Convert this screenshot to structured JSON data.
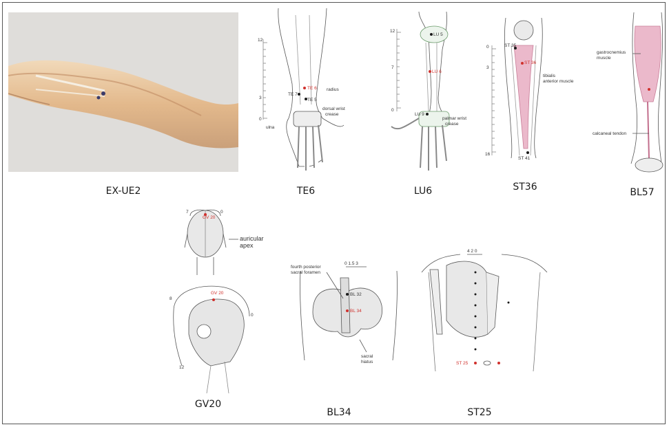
{
  "panels": [
    {
      "id": "ex-ue2",
      "caption": "EX-UE2",
      "labels": []
    },
    {
      "id": "te6",
      "caption": "TE6",
      "labels": {
        "scale_top": "12",
        "scale_mid": "3",
        "scale_bot": "0",
        "te7": "TE 7",
        "te6": "TE 6",
        "te5": "TE 5",
        "radius": "radius",
        "dorsal": "dorsal wrist",
        "crease": "crease",
        "ulna": "ulna"
      }
    },
    {
      "id": "lu6",
      "caption": "LU6",
      "labels": {
        "scale_top": "12",
        "scale_mid": "7",
        "scale_bot": "0",
        "lu5": "LU 5",
        "lu6": "LU 6",
        "lu9": "LU 9",
        "palmar": "palmar wrist",
        "crease": "crease"
      }
    },
    {
      "id": "st36",
      "caption": "ST36",
      "labels": {
        "scale_top": "0",
        "scale_mid": "3",
        "scale_bot": "16",
        "st35": "ST 35",
        "st36": "ST 36",
        "st41": "ST 41",
        "tibialis": "tibialis",
        "anterior": "anterior muscle"
      }
    },
    {
      "id": "bl57",
      "caption": "BL57",
      "labels": {
        "gastro": "gastrocnemius",
        "muscle": "muscle",
        "calcaneal": "calcaneal tendon"
      }
    },
    {
      "id": "gv20",
      "caption": "GV20",
      "labels": {
        "gv20_top": "GV 20",
        "gv20_side": "GV 20",
        "auricular": "auricular",
        "apex": "apex",
        "n7": "7",
        "n0": "0",
        "n8": "8",
        "n12": "12"
      }
    },
    {
      "id": "bl34",
      "caption": "BL34",
      "labels": {
        "fourth": "fourth posterior",
        "sacral_foramen": "sacral foramen",
        "bl32": "BL 32",
        "bl34": "BL 34",
        "sacral": "sacral",
        "hiatus": "hiatus",
        "scale": "0   1.5   3"
      }
    },
    {
      "id": "st25",
      "caption": "ST25",
      "labels": {
        "st25": "ST 25",
        "scale": "4  2  0"
      }
    }
  ]
}
